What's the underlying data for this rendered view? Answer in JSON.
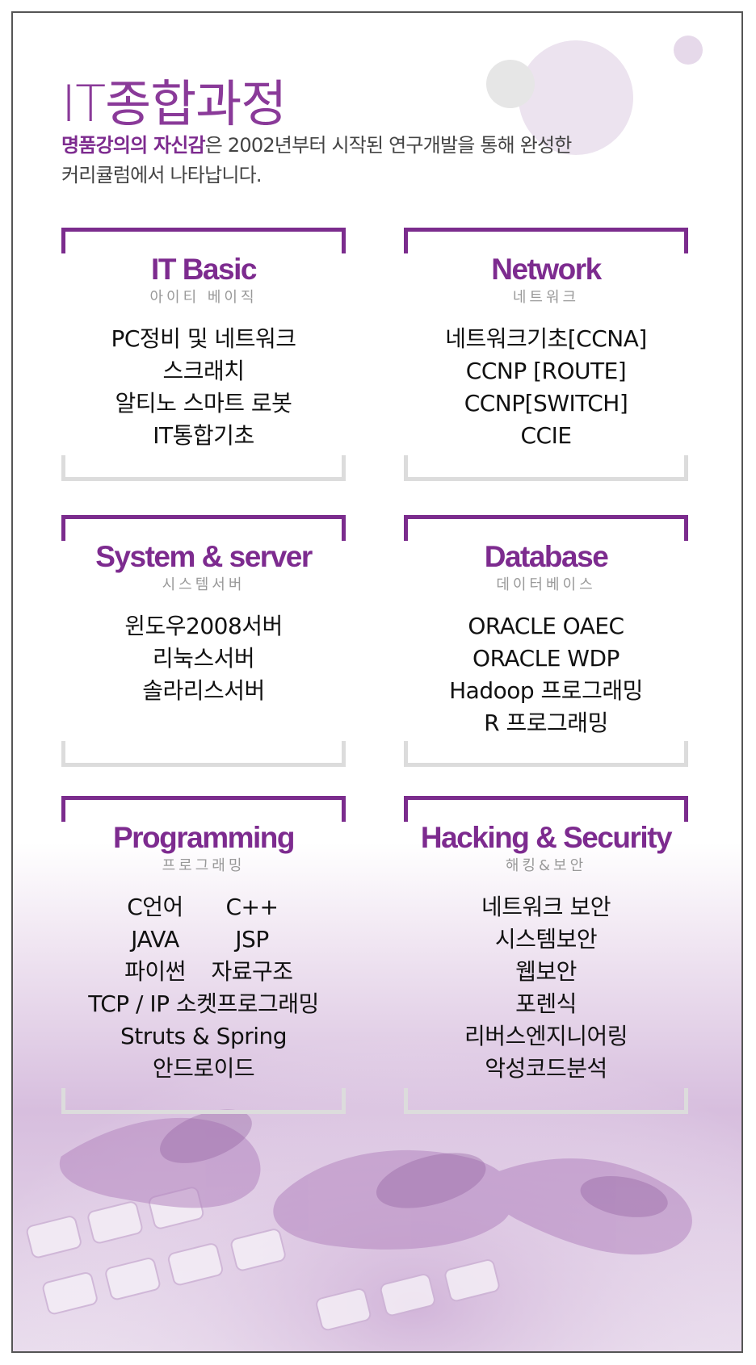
{
  "header": {
    "title": "IT종합과정",
    "intro_highlight": "명품강의의 자신감",
    "intro_rest": "은 2002년부터 시작된 연구개발을 통해 완성한",
    "intro_line2": "커리큘럼에서 나타납니다."
  },
  "courses": [
    {
      "title": "IT Basic",
      "subtitle": "아이티 베이직",
      "items": [
        "PC정비 및 네트워크",
        "스크래치",
        "알티노 스마트 로봇",
        "IT통합기초"
      ]
    },
    {
      "title": "Network",
      "subtitle": "네트워크",
      "items": [
        "네트워크기초[CCNA]",
        "CCNP [ROUTE]",
        "CCNP[SWITCH]",
        "CCIE"
      ]
    },
    {
      "title": "System & server",
      "subtitle": "시스템서버",
      "items": [
        "윈도우2008서버",
        "리눅스서버",
        "솔라리스서버"
      ]
    },
    {
      "title": "Database",
      "subtitle": "데이터베이스",
      "items": [
        "ORACLE OAEC",
        "ORACLE WDP",
        "Hadoop 프로그래밍",
        "R 프로그래밍"
      ]
    },
    {
      "title": "Programming",
      "subtitle": "프로그래밍",
      "pairs": [
        [
          "C언어",
          "C++"
        ],
        [
          "JAVA",
          "JSP"
        ],
        [
          "파이썬",
          "자료구조"
        ]
      ],
      "items": [
        "TCP / IP 소켓프로그래밍",
        "Struts & Spring",
        "안드로이드"
      ]
    },
    {
      "title": "Hacking & Security",
      "subtitle": "해킹&보안",
      "items": [
        "네트워크 보안",
        "시스템보안",
        "웹보안",
        "포렌식",
        "리버스엔지니어링",
        "악성코드분석"
      ]
    }
  ],
  "colors": {
    "accent": "#7d2b8f",
    "bracket_bottom": "#dcdcdc",
    "subtitle_gray": "#999999"
  },
  "background_image": "hands-typing-on-keyboard-purple-tint"
}
